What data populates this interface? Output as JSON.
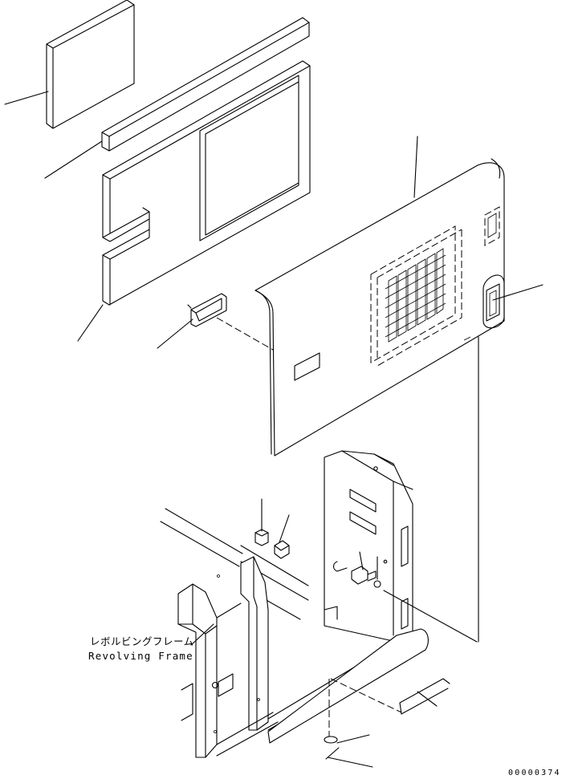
{
  "labels": {
    "revolving_frame_jp": "レボルビングフレーム",
    "revolving_frame_en": "Revolving Frame"
  },
  "drawing_number": "00000374",
  "colors": {
    "line": "#000000",
    "background": "#ffffff"
  }
}
